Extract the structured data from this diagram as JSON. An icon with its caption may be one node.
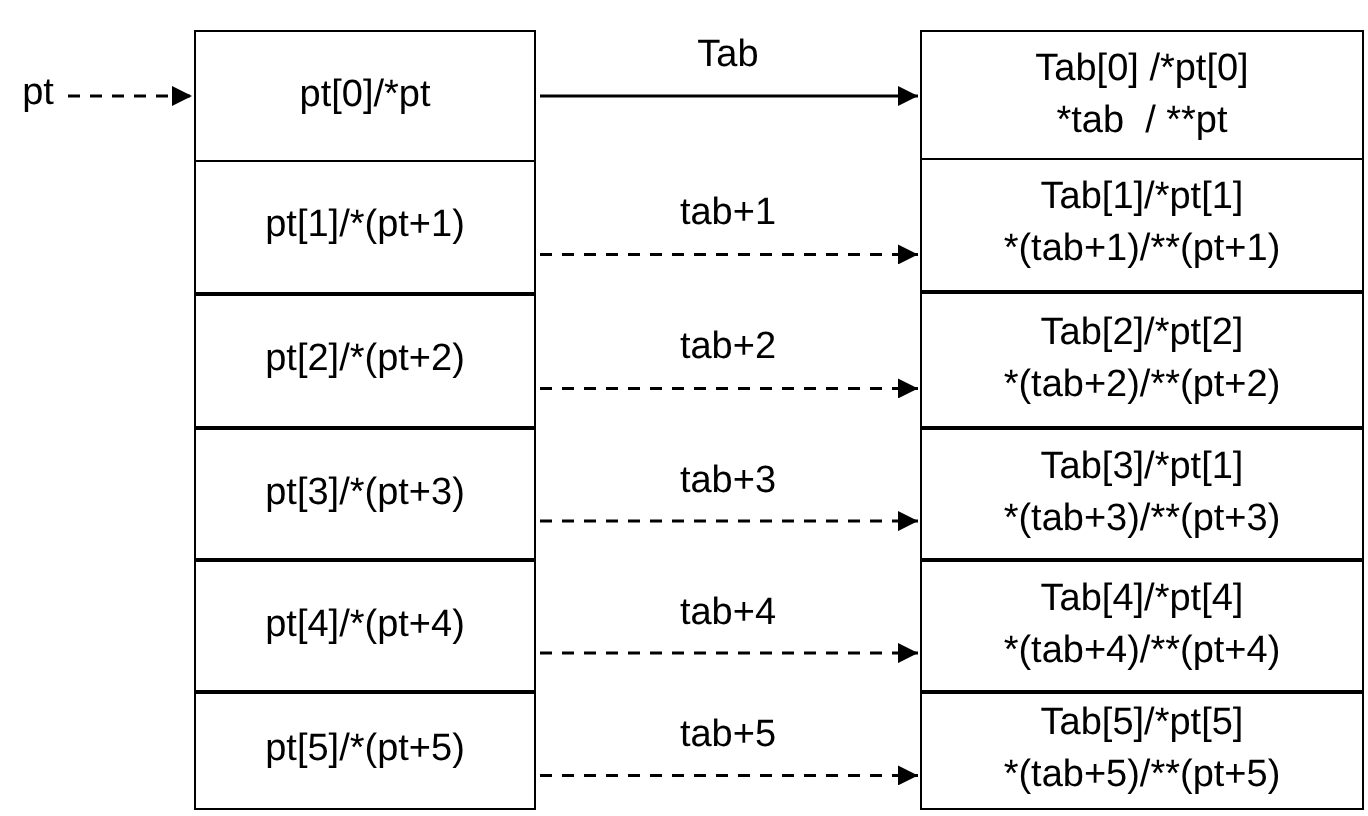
{
  "diagram": {
    "nodes": [
      {
        "text": [
          "pt"
        ]
      },
      {
        "text": [
          "pt[0]/*pt"
        ]
      },
      {
        "text": [
          "pt[1]/*(pt+1)"
        ]
      },
      {
        "text": [
          "pt[2]/*(pt+2)"
        ]
      },
      {
        "text": [
          "pt[3]/*(pt+3)"
        ]
      },
      {
        "text": [
          "pt[4]/*(pt+4)"
        ]
      },
      {
        "text": [
          "pt[5]/*(pt+5)"
        ]
      },
      {
        "text": [
          "Tab[0] /*pt[0]",
          "*tab  / **pt"
        ]
      },
      {
        "text": [
          "Tab[1]/*pt[1]",
          "*(tab+1)/**(pt+1)"
        ]
      },
      {
        "text": [
          "Tab[2]/*pt[2]",
          "*(tab+2)/**(pt+2)"
        ]
      },
      {
        "text": [
          "Tab[3]/*pt[1]",
          "*(tab+3)/**(pt+3)"
        ]
      },
      {
        "text": [
          "Tab[4]/*pt[4]",
          "*(tab+4)/**(pt+4)"
        ]
      },
      {
        "text": [
          "Tab[5]/*pt[5]",
          "*(tab+5)/**(pt+5)"
        ]
      }
    ],
    "edges": [
      {
        "from": 0,
        "to": 1,
        "arrow": "to",
        "style": "dashed"
      },
      {
        "from": 1,
        "to": 7,
        "arrow": "to",
        "label": "Tab"
      },
      {
        "from": 2,
        "to": 8,
        "arrow": "to",
        "label": "tab+1",
        "style": "dashed"
      },
      {
        "from": 3,
        "to": 9,
        "arrow": "to",
        "label": "tab+2",
        "style": "dashed"
      },
      {
        "from": 4,
        "to": 10,
        "arrow": "to",
        "label": "tab+3",
        "style": "dashed"
      },
      {
        "from": 5,
        "to": 11,
        "arrow": "to",
        "label": "tab+4",
        "style": "dashed"
      },
      {
        "from": 6,
        "to": 12,
        "arrow": "to",
        "label": "tab+5",
        "style": "dashed"
      }
    ]
  }
}
